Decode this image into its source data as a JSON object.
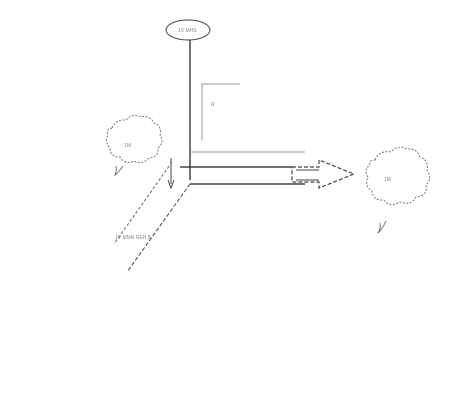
{
  "diagram": {
    "labels": {
      "top_ellipse": "1V MHS",
      "corner": "R",
      "left_cloud": "1M",
      "diagonal": "1V MMR REH B",
      "right_cloud": "1M"
    }
  }
}
